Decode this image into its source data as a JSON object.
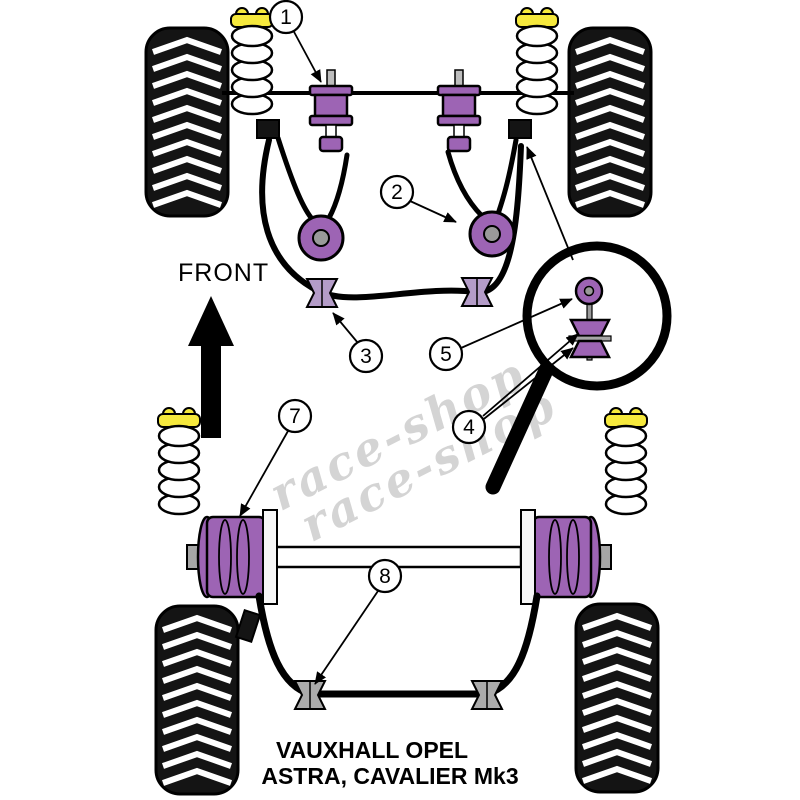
{
  "diagram": {
    "front_label": "FRONT",
    "watermark": {
      "line1": "race-shop",
      "line2": "race-shop"
    },
    "footer": {
      "line1": "VAUXHALL OPEL",
      "line2": "ASTRA, CAVALIER Mk3"
    },
    "callouts": {
      "c1": "1",
      "c2": "2",
      "c3": "3",
      "c4": "4",
      "c5": "5",
      "c7": "7",
      "c8": "8"
    },
    "colors": {
      "bush_purple": "#9d64b4",
      "spool_purple_gray": "#b49cc8",
      "spool_gray": "#ababab",
      "spring_yellow": "#f6e93d",
      "tire_black": "#141414",
      "watermark_gray": "#cdcdcd",
      "line_black": "#000000",
      "background": "#ffffff"
    }
  }
}
